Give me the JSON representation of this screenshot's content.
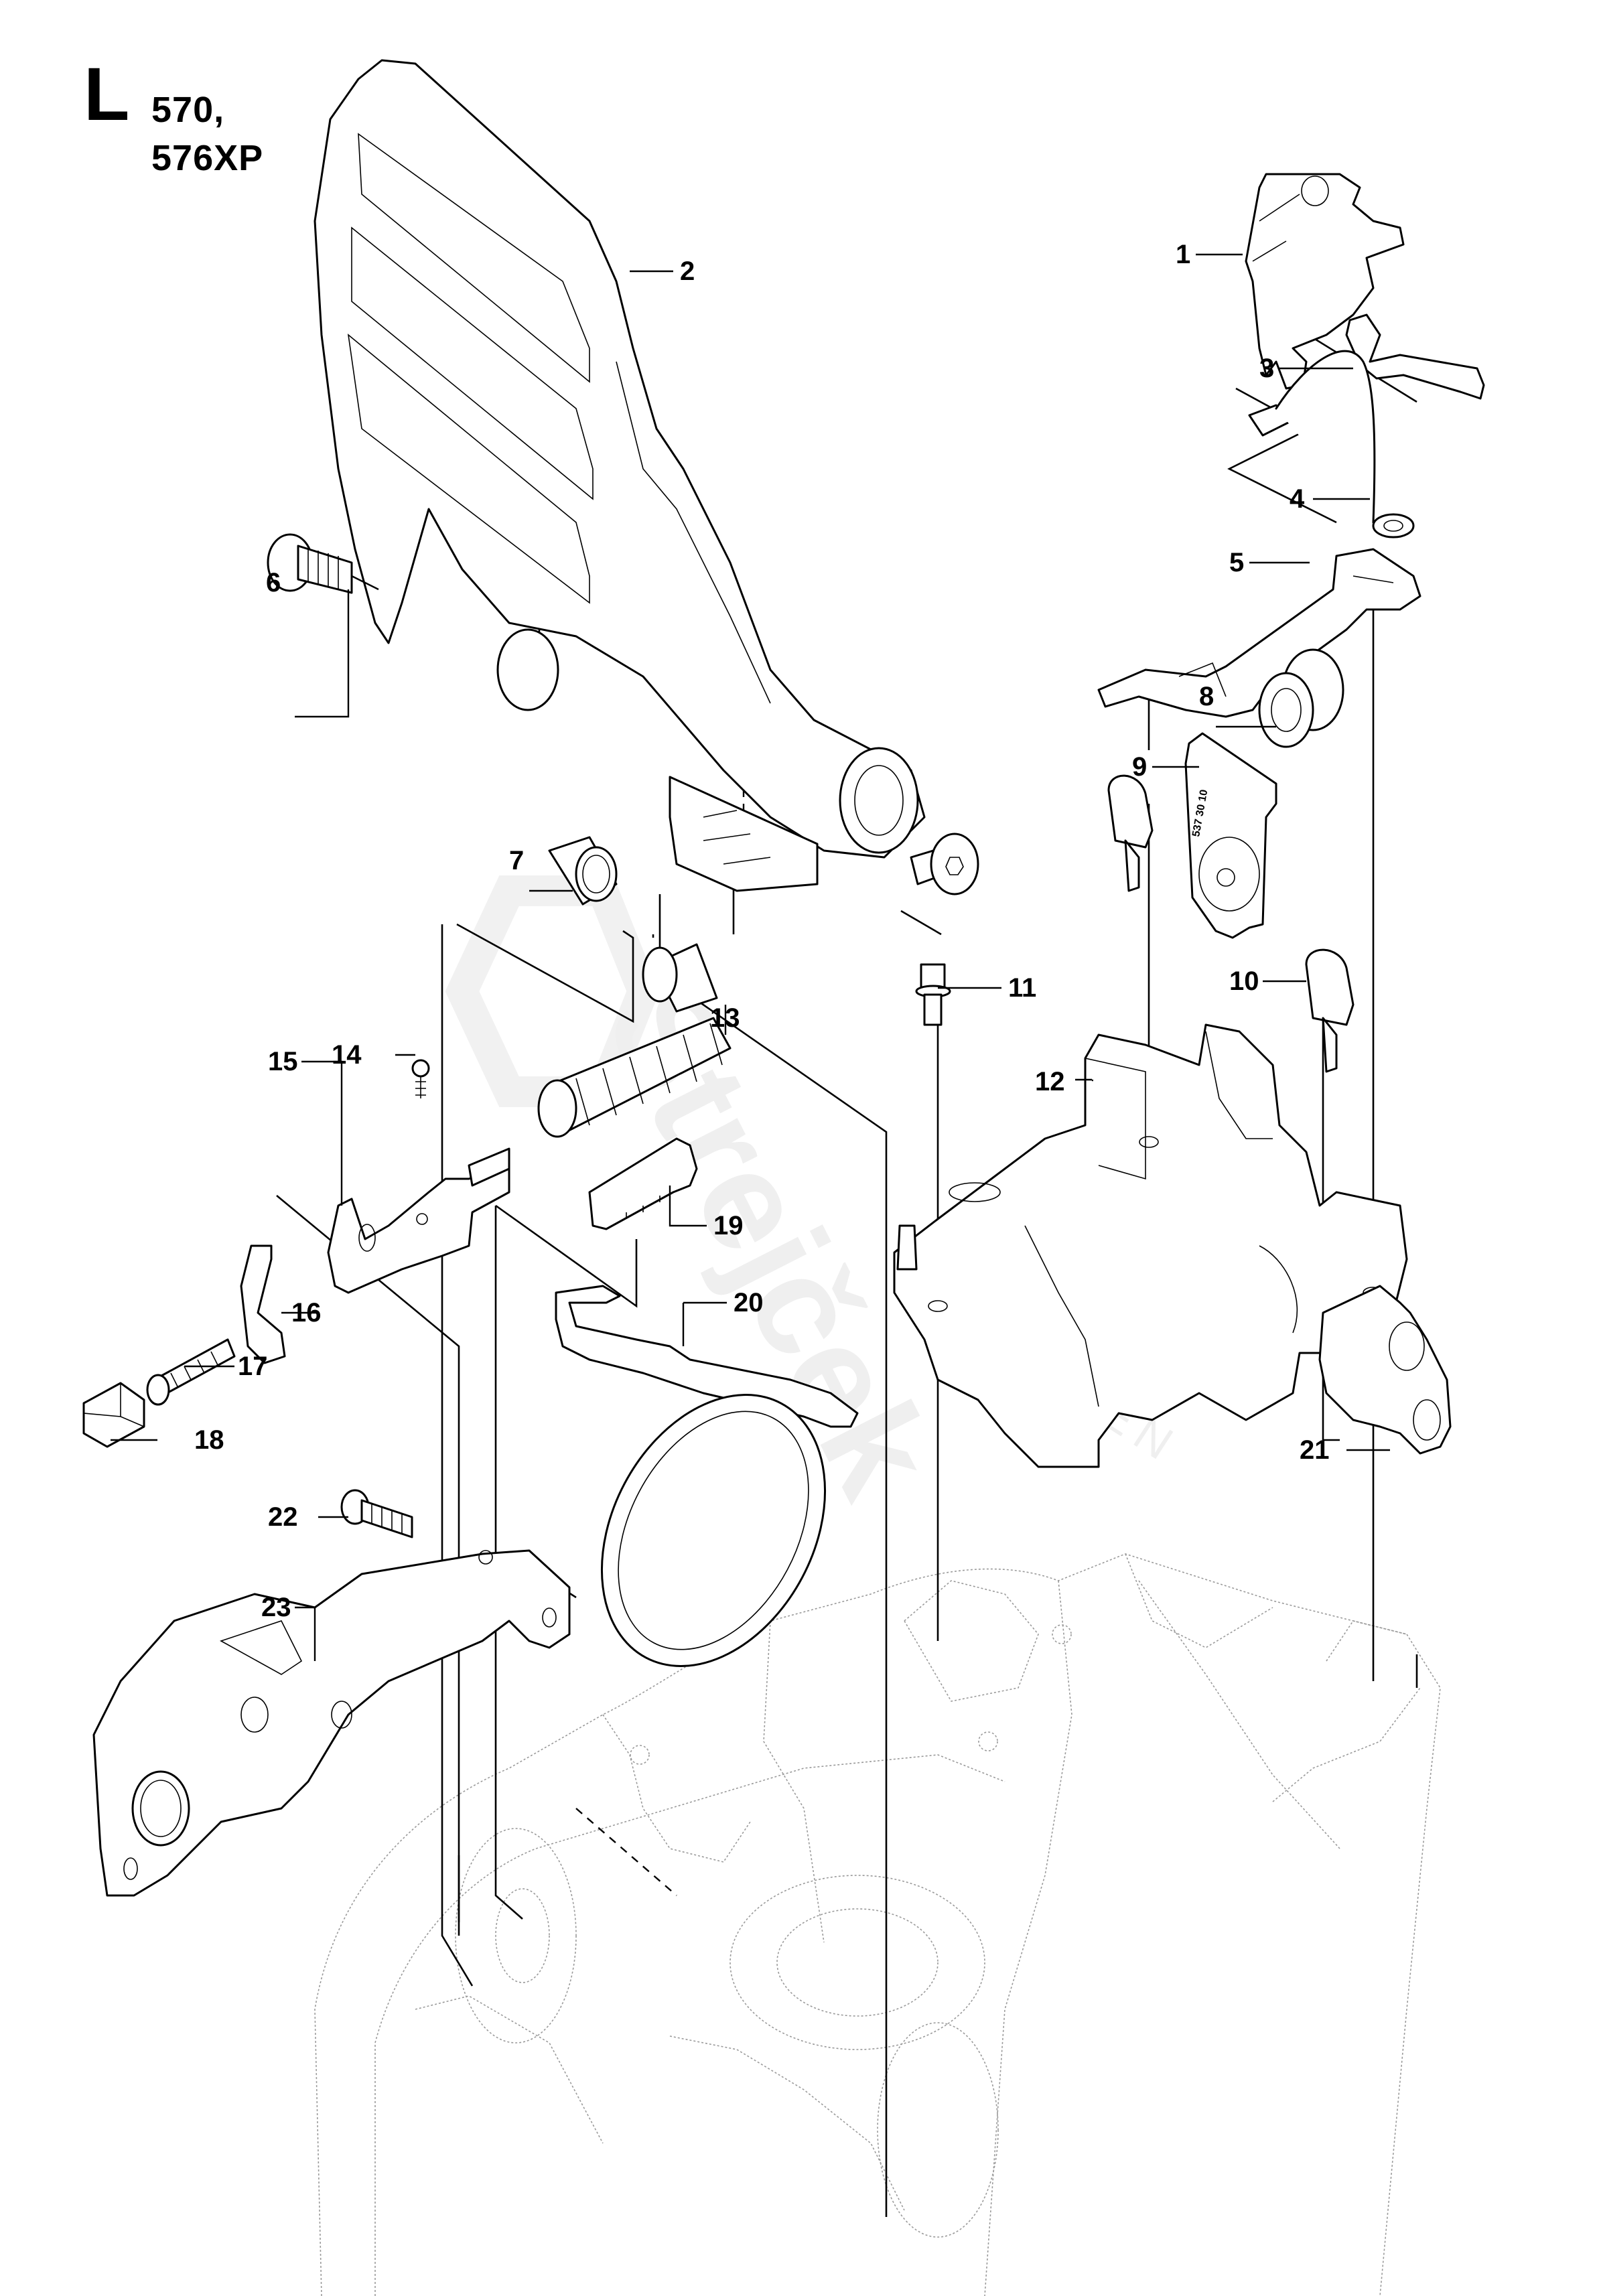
{
  "header": {
    "section_letter": "L",
    "models": [
      "570,",
      "576XP"
    ]
  },
  "watermark": {
    "brand": "Strejček",
    "sub": "GARDEN"
  },
  "callouts": [
    {
      "id": "1",
      "label": "1"
    },
    {
      "id": "2",
      "label": "2"
    },
    {
      "id": "3",
      "label": "3"
    },
    {
      "id": "4",
      "label": "4"
    },
    {
      "id": "5",
      "label": "5"
    },
    {
      "id": "6",
      "label": "6"
    },
    {
      "id": "7",
      "label": "7"
    },
    {
      "id": "8",
      "label": "8"
    },
    {
      "id": "9",
      "label": "9"
    },
    {
      "id": "10",
      "label": "10"
    },
    {
      "id": "11",
      "label": "11"
    },
    {
      "id": "12",
      "label": "12"
    },
    {
      "id": "13",
      "label": "13"
    },
    {
      "id": "14",
      "label": "14"
    },
    {
      "id": "15",
      "label": "15"
    },
    {
      "id": "16",
      "label": "16"
    },
    {
      "id": "17",
      "label": "17"
    },
    {
      "id": "18",
      "label": "18"
    },
    {
      "id": "19",
      "label": "19"
    },
    {
      "id": "20",
      "label": "20"
    },
    {
      "id": "21",
      "label": "21"
    },
    {
      "id": "22",
      "label": "22"
    },
    {
      "id": "23",
      "label": "23"
    }
  ],
  "part_stamp": "537 30 10"
}
